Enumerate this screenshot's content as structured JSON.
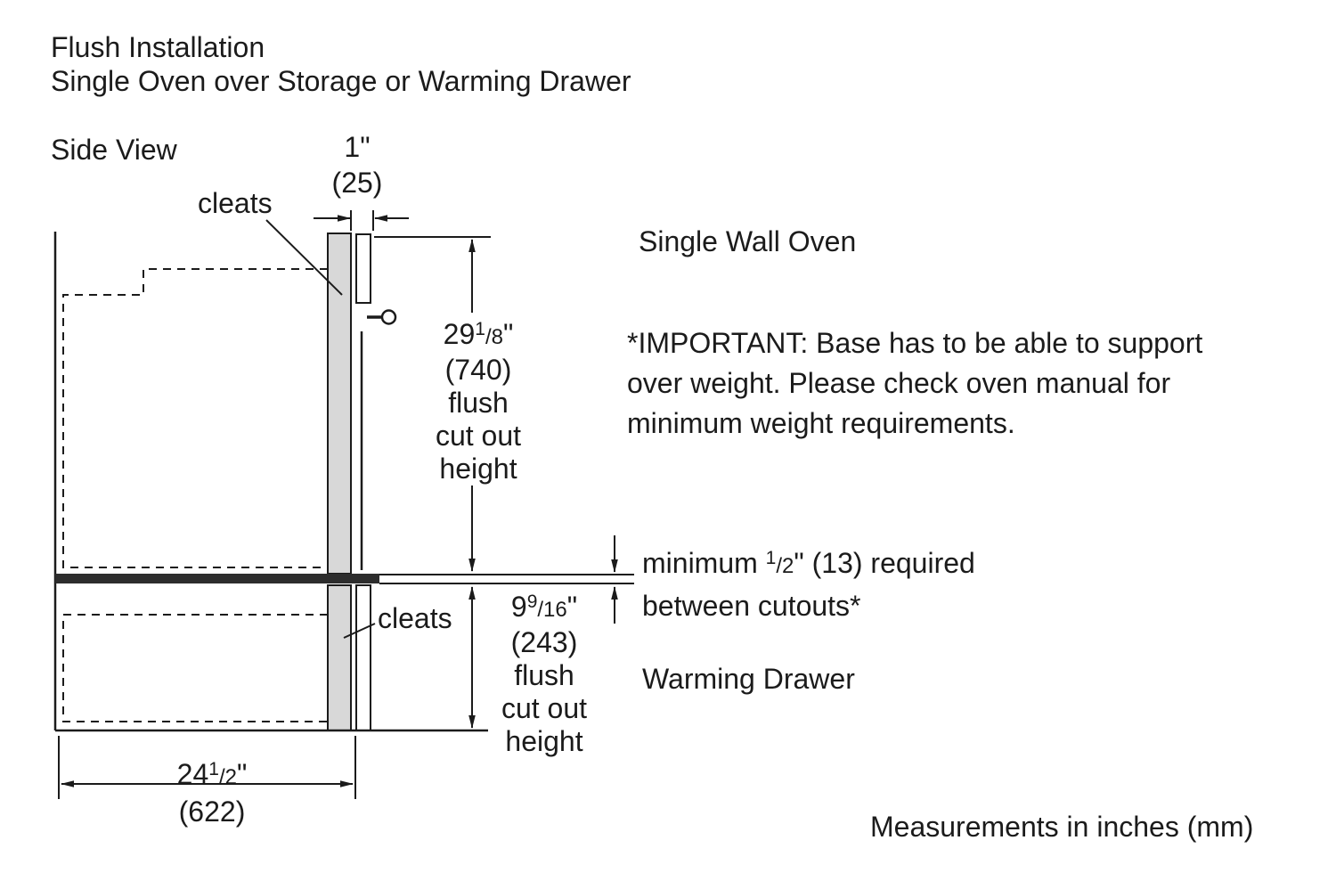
{
  "title": {
    "line1": "Flush Installation",
    "line2": "Single Oven over Storage or Warming Drawer"
  },
  "side_view_label": "Side View",
  "labels": {
    "cleats_upper": "cleats",
    "cleats_lower": "cleats",
    "single_wall_oven": "Single Wall Oven",
    "warming_drawer": "Warming Drawer",
    "measurements_note": "Measurements in inches (mm)"
  },
  "important_note": {
    "lines": [
      "*IMPORTANT: Base has to be able to support",
      "over weight. Please check oven manual for",
      "minimum weight requirements."
    ]
  },
  "dimensions": {
    "cleat_width": {
      "value": "1\"",
      "mm": "(25)"
    },
    "upper_cutout": {
      "whole": "29",
      "num": "1",
      "den": "/8",
      "unit": "\"",
      "mm": "(740)",
      "desc": [
        "flush",
        "cut out",
        "height"
      ]
    },
    "lower_cutout": {
      "whole": "9",
      "num": "9",
      "den": "/16",
      "unit": "\"",
      "mm": "(243)",
      "desc": [
        "flush",
        "cut out",
        "height"
      ]
    },
    "depth": {
      "whole": "24",
      "num": "1",
      "den": "/2",
      "unit": "\"",
      "mm": "(622)"
    },
    "gap_note": {
      "pre": "minimum ",
      "num": "1",
      "den": "/2",
      "rest": "\" (13) required",
      "line2": "between cutouts*"
    }
  },
  "colors": {
    "line": "#1b1b1b",
    "cleat_fill": "#d8d8d8",
    "divider_fill": "#2d2d2d"
  }
}
